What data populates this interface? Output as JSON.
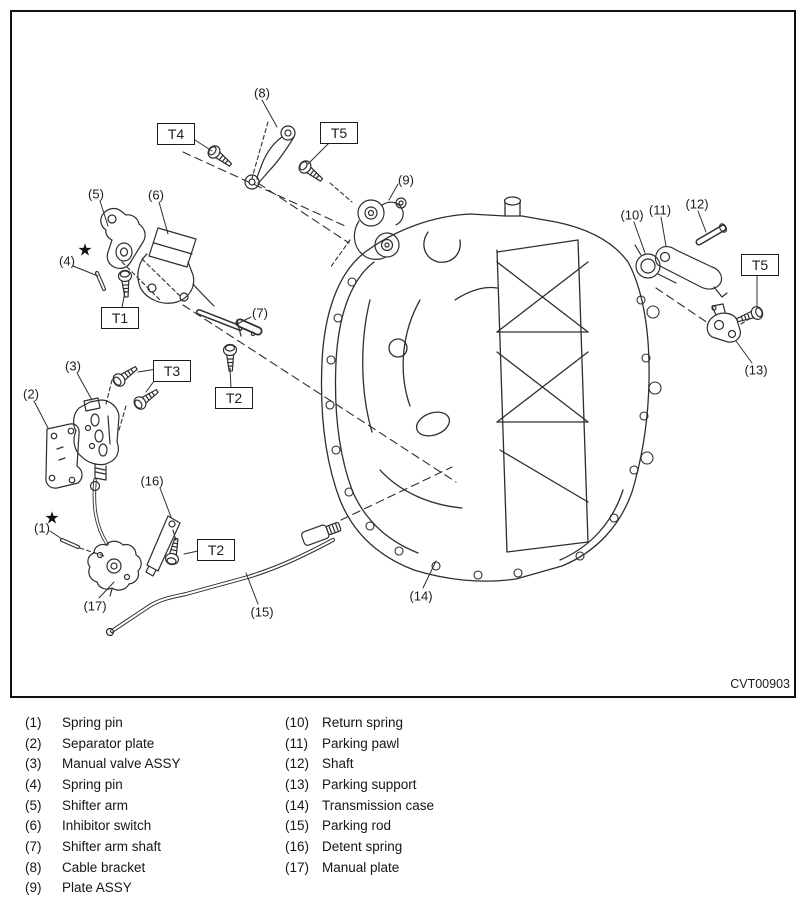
{
  "figure": {
    "code": "CVT00903"
  },
  "diagram": {
    "star_marker": "★",
    "callouts": [
      {
        "label": "(1)"
      },
      {
        "label": "(2)"
      },
      {
        "label": "(3)"
      },
      {
        "label": "(4)"
      },
      {
        "label": "(5)"
      },
      {
        "label": "(6)"
      },
      {
        "label": "(7)"
      },
      {
        "label": "(8)"
      },
      {
        "label": "(9)"
      },
      {
        "label": "(10)"
      },
      {
        "label": "(11)"
      },
      {
        "label": "(12)"
      },
      {
        "label": "(13)"
      },
      {
        "label": "(14)"
      },
      {
        "label": "(15)"
      },
      {
        "label": "(16)"
      },
      {
        "label": "(17)"
      }
    ],
    "torque_labels": [
      {
        "label": "T4"
      },
      {
        "label": "T5"
      },
      {
        "label": "T1"
      },
      {
        "label": "T3"
      },
      {
        "label": "T2"
      },
      {
        "label": "T2"
      },
      {
        "label": "T5"
      }
    ]
  },
  "legend": {
    "items": [
      {
        "num": "(1)",
        "name": "Spring pin"
      },
      {
        "num": "(2)",
        "name": "Separator plate"
      },
      {
        "num": "(3)",
        "name": "Manual valve ASSY"
      },
      {
        "num": "(4)",
        "name": "Spring pin"
      },
      {
        "num": "(5)",
        "name": "Shifter arm"
      },
      {
        "num": "(6)",
        "name": "Inhibitor switch"
      },
      {
        "num": "(7)",
        "name": "Shifter arm shaft"
      },
      {
        "num": "(8)",
        "name": "Cable bracket"
      },
      {
        "num": "(9)",
        "name": "Plate ASSY"
      },
      {
        "num": "(10)",
        "name": "Return spring"
      },
      {
        "num": "(11)",
        "name": "Parking pawl"
      },
      {
        "num": "(12)",
        "name": "Shaft"
      },
      {
        "num": "(13)",
        "name": "Parking support"
      },
      {
        "num": "(14)",
        "name": "Transmission case"
      },
      {
        "num": "(15)",
        "name": "Parking rod"
      },
      {
        "num": "(16)",
        "name": "Detent spring"
      },
      {
        "num": "(17)",
        "name": "Manual plate"
      }
    ]
  }
}
